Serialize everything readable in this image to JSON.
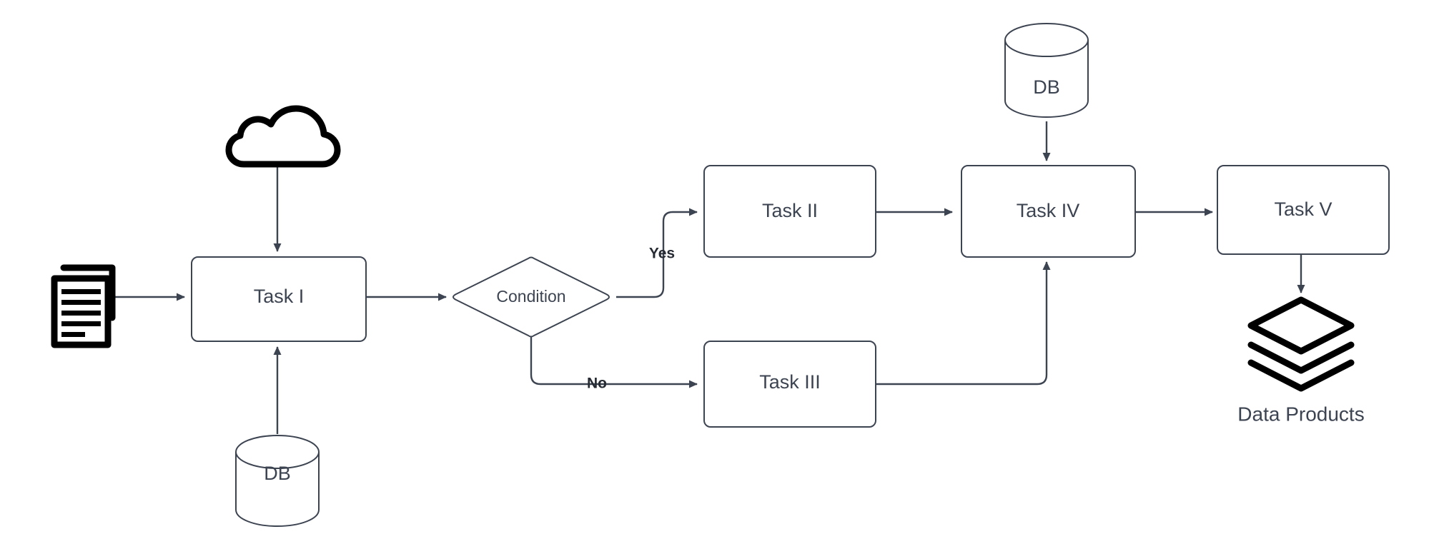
{
  "diagram": {
    "title": "Data Pipeline Flowchart",
    "type": "flowchart",
    "background_color": "#ffffff",
    "stroke_color": "#3d4451",
    "icon_color": "#000000",
    "nodes": {
      "documents_icon": {
        "name": "documents-icon",
        "label": ""
      },
      "cloud_icon": {
        "name": "cloud-icon",
        "label": ""
      },
      "db_bottom_left": {
        "label": "DB"
      },
      "task_one": {
        "label": "Task I"
      },
      "condition": {
        "label": "Condition"
      },
      "task_two": {
        "label": "Task II"
      },
      "task_three": {
        "label": "Task III"
      },
      "db_top": {
        "label": "DB"
      },
      "task_four": {
        "label": "Task IV"
      },
      "task_five": {
        "label": "Task V"
      },
      "data_products": {
        "label": "Data Products",
        "icon": "layers-icon"
      }
    },
    "edges": {
      "documents_to_task_one": {
        "label": ""
      },
      "cloud_to_task_one": {
        "label": ""
      },
      "db_bottom_to_task_one": {
        "label": ""
      },
      "task_one_to_condition": {
        "label": ""
      },
      "condition_yes": {
        "label": "Yes"
      },
      "condition_no": {
        "label": "No"
      },
      "task_two_to_task_four": {
        "label": ""
      },
      "task_three_to_task_four": {
        "label": ""
      },
      "db_top_to_task_four": {
        "label": ""
      },
      "task_four_to_task_five": {
        "label": ""
      },
      "task_five_to_data_products": {
        "label": ""
      }
    }
  }
}
